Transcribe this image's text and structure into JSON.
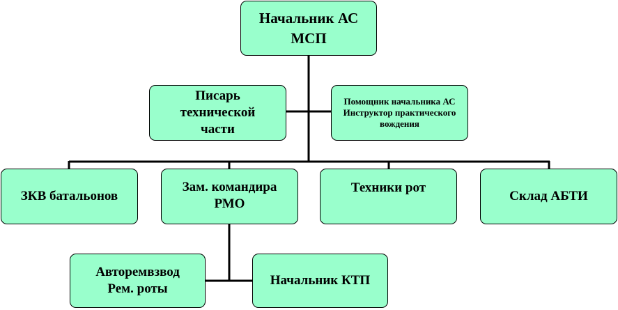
{
  "org_chart": {
    "colors": {
      "box_fill": "#99ffcc",
      "box_border": "#000000",
      "connector": "#000000"
    },
    "head": "Начальник АС\nМСП",
    "clerk": "Писарь\nтехнической\nчасти",
    "assistant": "Помощник начальника АС\nИнструктор практического\nвождения",
    "zkv": "ЗКВ батальонов",
    "deputy": "Зам. командира\nРМО",
    "techs": "Техники рот",
    "warehouse": "Склад АБТИ",
    "repair_platoon": "Авторемвзвод\nРем. роты",
    "ktp": "Начальник КТП"
  }
}
